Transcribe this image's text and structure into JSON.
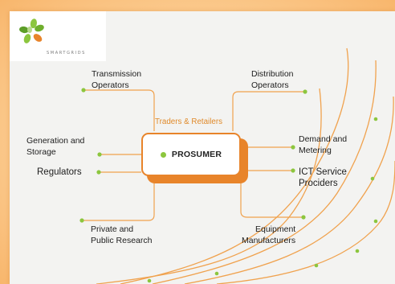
{
  "logo": {
    "wordmark": "SMARTGRIDS",
    "mark_icon": "star-leaves-icon"
  },
  "center": {
    "label": "PROSUMER",
    "top_caption": "Traders & Retailers"
  },
  "stakeholders": {
    "transmission": [
      "Transmission",
      "Operators"
    ],
    "distribution": [
      "Distribution",
      "Operators"
    ],
    "generation": [
      "Generation and",
      "Storage"
    ],
    "demand": [
      "Demand and",
      "Metering"
    ],
    "regulators": [
      "Regulators"
    ],
    "ict": [
      "ICT Service",
      "Prociders"
    ],
    "research": [
      "Private and",
      "Public Research"
    ],
    "equipment": [
      "Equipment",
      "Manufacturers"
    ]
  },
  "colors": {
    "connector": "#f0a24e",
    "accent": "#e8842a",
    "node_dot": "#8cc63e",
    "frame": "#fbc98c",
    "panel": "#f3f3f1"
  }
}
